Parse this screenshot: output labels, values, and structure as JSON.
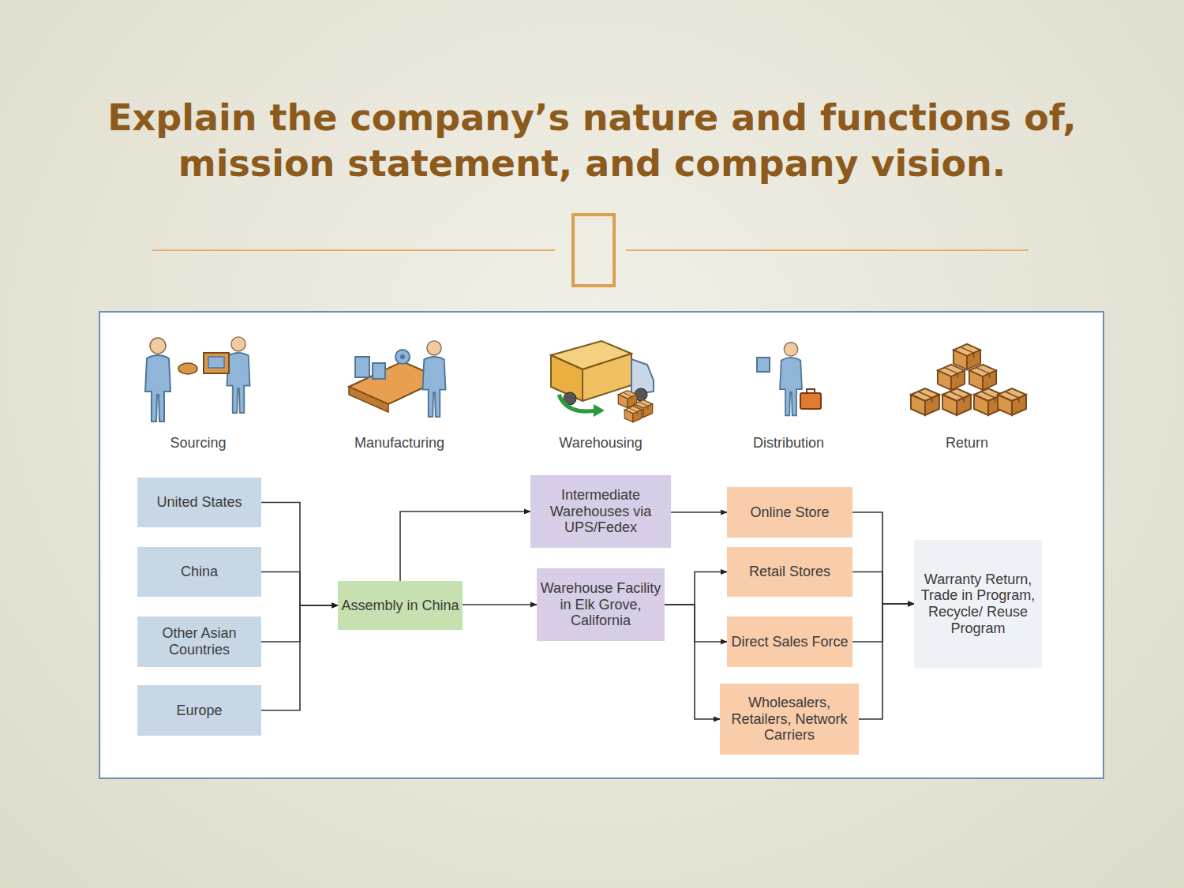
{
  "diagram": {
    "title": "Explain the company’s nature and functions of, mission statement, and company vision.",
    "nodes": [
      {
        "text": [
          "United States"
        ]
      },
      {
        "text": [
          "China"
        ]
      },
      {
        "text": [
          "Other Asian Countries"
        ]
      },
      {
        "text": [
          "Europe"
        ]
      },
      {
        "text": [
          "Assembly in China"
        ]
      },
      {
        "text": [
          "Intermediate Warehouses via UPS/Fedex"
        ]
      },
      {
        "text": [
          "Warehouse Facility in Elk Grove, California"
        ]
      },
      {
        "text": [
          "Online Store"
        ]
      },
      {
        "text": [
          "Retail Stores"
        ]
      },
      {
        "text": [
          "Direct Sales Force"
        ]
      },
      {
        "text": [
          "Wholesalers, Retailers, Network Carriers"
        ]
      },
      {
        "text": [
          "Warranty Return, Trade in Program, Recycle/ Reuse Program"
        ]
      }
    ],
    "edges": [
      {
        "from": 0,
        "to": 4,
        "arrow": "to"
      },
      {
        "from": 1,
        "to": 4,
        "arrow": "to"
      },
      {
        "from": 2,
        "to": 4,
        "arrow": "to"
      },
      {
        "from": 3,
        "to": 4,
        "arrow": "to"
      },
      {
        "from": 4,
        "to": 5,
        "arrow": "to"
      },
      {
        "from": 4,
        "to": 6,
        "arrow": "to"
      },
      {
        "from": 5,
        "to": 7,
        "arrow": "to"
      },
      {
        "from": 6,
        "to": 8,
        "arrow": "to"
      },
      {
        "from": 6,
        "to": 9,
        "arrow": "to"
      },
      {
        "from": 6,
        "to": 10,
        "arrow": "to"
      },
      {
        "from": 7,
        "to": 11,
        "arrow": "to"
      },
      {
        "from": 8,
        "to": 11,
        "arrow": "to"
      },
      {
        "from": 9,
        "to": 11,
        "arrow": "to"
      },
      {
        "from": 10,
        "to": 11,
        "arrow": "to"
      }
    ],
    "labels": [
      "Sourcing",
      "Manufacturing",
      "Warehousing",
      "Distribution",
      "Return"
    ]
  }
}
